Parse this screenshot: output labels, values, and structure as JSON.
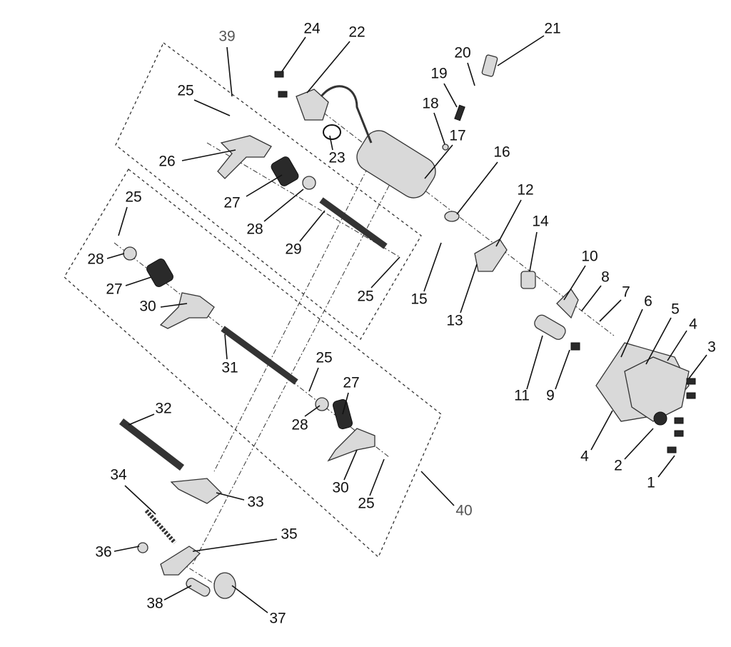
{
  "callouts": [
    "1",
    "2",
    "3",
    "4",
    "4",
    "5",
    "6",
    "7",
    "8",
    "9",
    "10",
    "11",
    "12",
    "13",
    "14",
    "15",
    "16",
    "17",
    "18",
    "19",
    "20",
    "21",
    "22",
    "23",
    "24",
    "25",
    "26",
    "27",
    "28",
    "29",
    "25",
    "25",
    "28",
    "27",
    "30",
    "31",
    "25",
    "27",
    "28",
    "30",
    "25",
    "40",
    "39",
    "32",
    "33",
    "34",
    "35",
    "36",
    "37",
    "38"
  ],
  "colors": {
    "callout_text": "#111111",
    "group_label": "#555555",
    "parts": "#d9d9d9"
  }
}
